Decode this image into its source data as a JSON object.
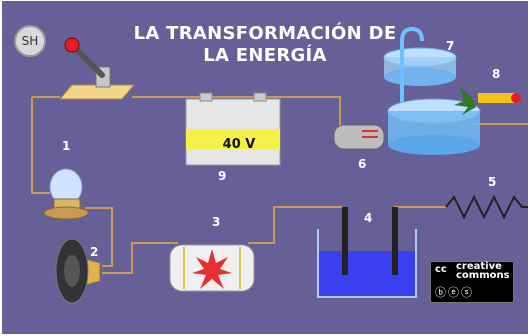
{
  "title": {
    "line1": "LA TRANSFORMACIÓN DE",
    "line2": "LA ENERGÍA"
  },
  "badge": "SH",
  "battery_label": "40 V",
  "labels": {
    "n1": "1",
    "n2": "2",
    "n3": "3",
    "n4": "4",
    "n5": "5",
    "n6": "6",
    "n7": "7",
    "n8": "8",
    "n9": "9"
  },
  "license": {
    "logo": "cc",
    "line1": "creative",
    "line2": "commons",
    "icons": "ⓑⓔⓢ"
  },
  "colors": {
    "background": "#675f97",
    "wire": "#c99a55",
    "water": "#5a9fe0",
    "container": "#5fa7ea"
  }
}
